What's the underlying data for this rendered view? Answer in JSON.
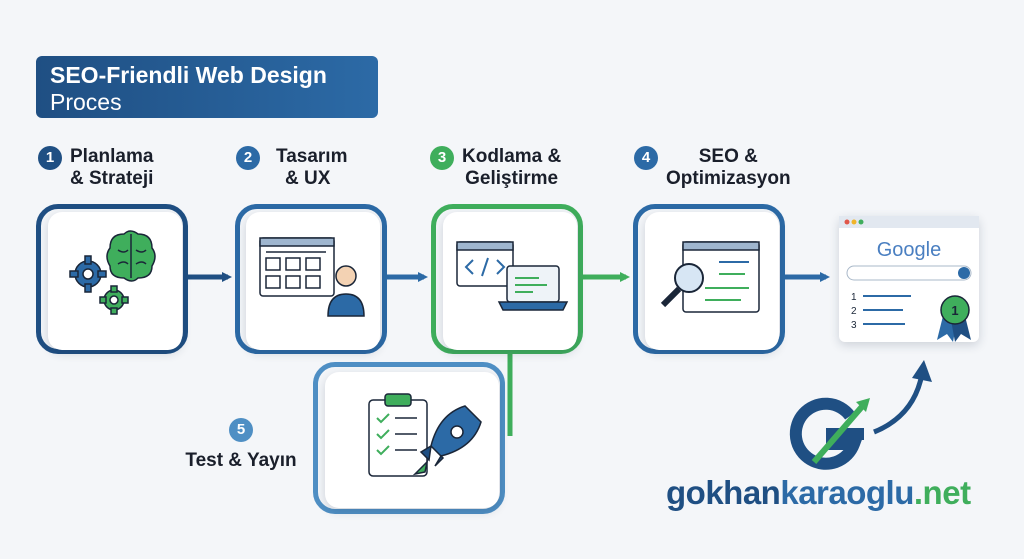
{
  "title": {
    "line1": "SEO-Friendli Web Design",
    "line2": "Proces"
  },
  "steps": [
    {
      "number": "1",
      "line1": "Planlama",
      "line2": "& Strateji",
      "color": "#1f4f83"
    },
    {
      "number": "2",
      "line1": "Tasarım",
      "line2": "& UX",
      "color": "#2c6aa6"
    },
    {
      "number": "3",
      "line1": "Kodlama &",
      "line2": "Geliştirme",
      "color": "#3fae5c"
    },
    {
      "number": "4",
      "line1": "SEO &",
      "line2": "Optimizasyon",
      "color": "#2c6aa6"
    },
    {
      "number": "5",
      "line1": "Test & Yayın",
      "line2": "",
      "color": "#4f8fc4"
    }
  ],
  "result": {
    "search_logo": "Google",
    "ranking_numbers": [
      "1",
      "2",
      "3"
    ],
    "badge_number": "1"
  },
  "brand": {
    "part1": "gokhan",
    "part2": "karaoglu",
    "part3": ".net"
  },
  "icons": [
    "gear-icon",
    "brain-icon",
    "wireframe-icon",
    "user-icon",
    "code-window-icon",
    "laptop-icon",
    "magnifier-icon",
    "search-icon",
    "award-badge-icon",
    "checklist-icon",
    "rocket-icon",
    "brand-g-logo-icon",
    "up-arrow-icon"
  ],
  "colors": {
    "navy": "#1f4f83",
    "blue": "#2c6aa6",
    "green": "#3fae5c",
    "light_blue": "#4f8fc4"
  }
}
